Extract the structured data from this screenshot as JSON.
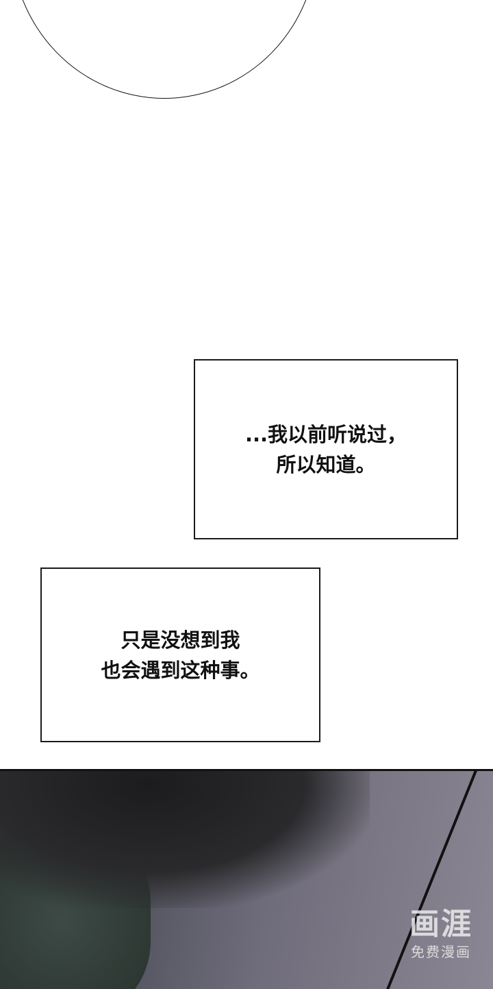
{
  "panels": {
    "caption_1": [
      "...我以前听说过，",
      "所以知道。"
    ],
    "caption_2": [
      "只是没想到我",
      "也会遇到这种事。"
    ]
  },
  "watermark": {
    "logo": "画涯",
    "subtitle": "免费漫画"
  }
}
